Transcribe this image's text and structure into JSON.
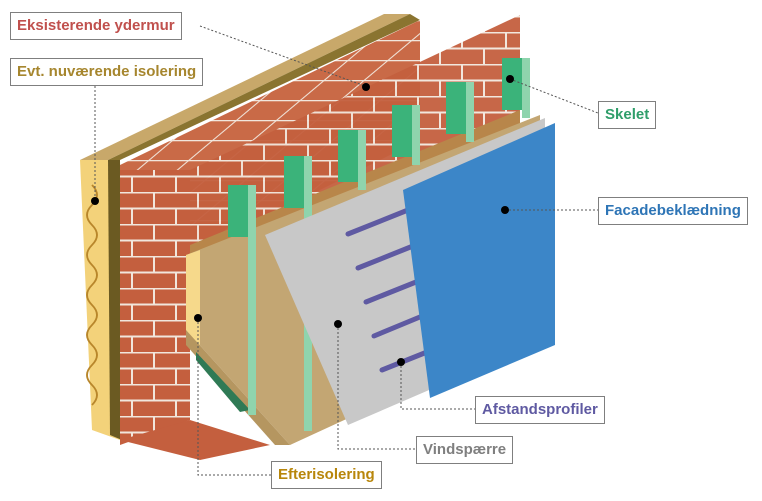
{
  "labels": {
    "existing_wall": "Eksisterende ydermur",
    "existing_insulation": "Evt. nuværende isolering",
    "frame": "Skelet",
    "facade_cladding": "Facadebeklædning",
    "spacer_profile": "Afstandsprofiler",
    "wind_barrier": "Vindspærre",
    "retrofit_insulation": "Efterisolering"
  },
  "colors": {
    "existing_wall": "#c0504d",
    "existing_insulation": "#a6862e",
    "frame": "#2f9e6a",
    "facade_cladding": "#2e75b6",
    "spacer_profile": "#5f5aa2",
    "wind_barrier": "#7f7f7f",
    "retrofit_insulation": "#b8860b"
  }
}
